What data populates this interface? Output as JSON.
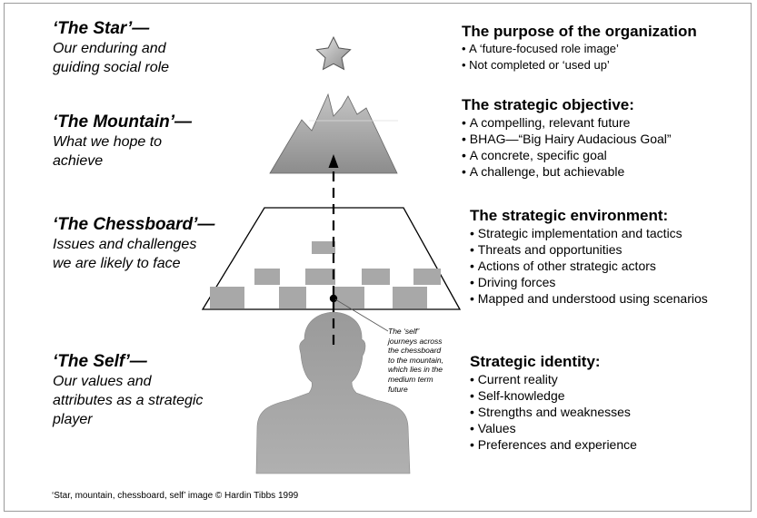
{
  "levels": [
    {
      "left_title": "‘The Star’—",
      "left_desc": [
        "Our enduring and",
        "guiding social role"
      ],
      "right_title": "The purpose of the organization",
      "right_items": [
        "A ‘future-focused role image’",
        "Not completed or ‘used up’"
      ]
    },
    {
      "left_title": "‘The Mountain’—",
      "left_desc": [
        "What we hope to",
        "achieve"
      ],
      "right_title": "The strategic objective:",
      "right_items": [
        "A compelling, relevant future",
        "BHAG—“Big Hairy Audacious Goal”",
        "A concrete, specific goal",
        "A challenge, but achievable"
      ]
    },
    {
      "left_title": "‘The Chessboard’—",
      "left_desc": [
        "Issues and challenges",
        "we are likely to face"
      ],
      "right_title": "The strategic environment:",
      "right_items": [
        "Strategic implementation and tactics",
        "Threats and opportunities",
        "Actions of other strategic actors",
        "Driving forces",
        "Mapped and understood using scenarios"
      ]
    },
    {
      "left_title": "‘The Self’—",
      "left_desc": [
        "Our values and",
        "attributes as a strategic",
        "player"
      ],
      "right_title": "Strategic identity:",
      "right_items": [
        "Current reality",
        "Self-knowledge",
        "Strengths and weaknesses",
        "Values",
        "Preferences and experience"
      ]
    }
  ],
  "annotation": [
    "The ‘self’",
    "journeys across",
    "the chessboard",
    "to the mountain,",
    "which lies in the",
    "medium term",
    "future"
  ],
  "credit": "‘Star, mountain, chessboard, self’ image © Hardin Tibbs 1999",
  "colors": {
    "star_fill": "#b8b8b8",
    "mountain_fill": "#9a9a9a",
    "chessboard_square": "#a8a8a8",
    "self_silhouette": "#a0a0a0",
    "arrow": "#000000"
  }
}
